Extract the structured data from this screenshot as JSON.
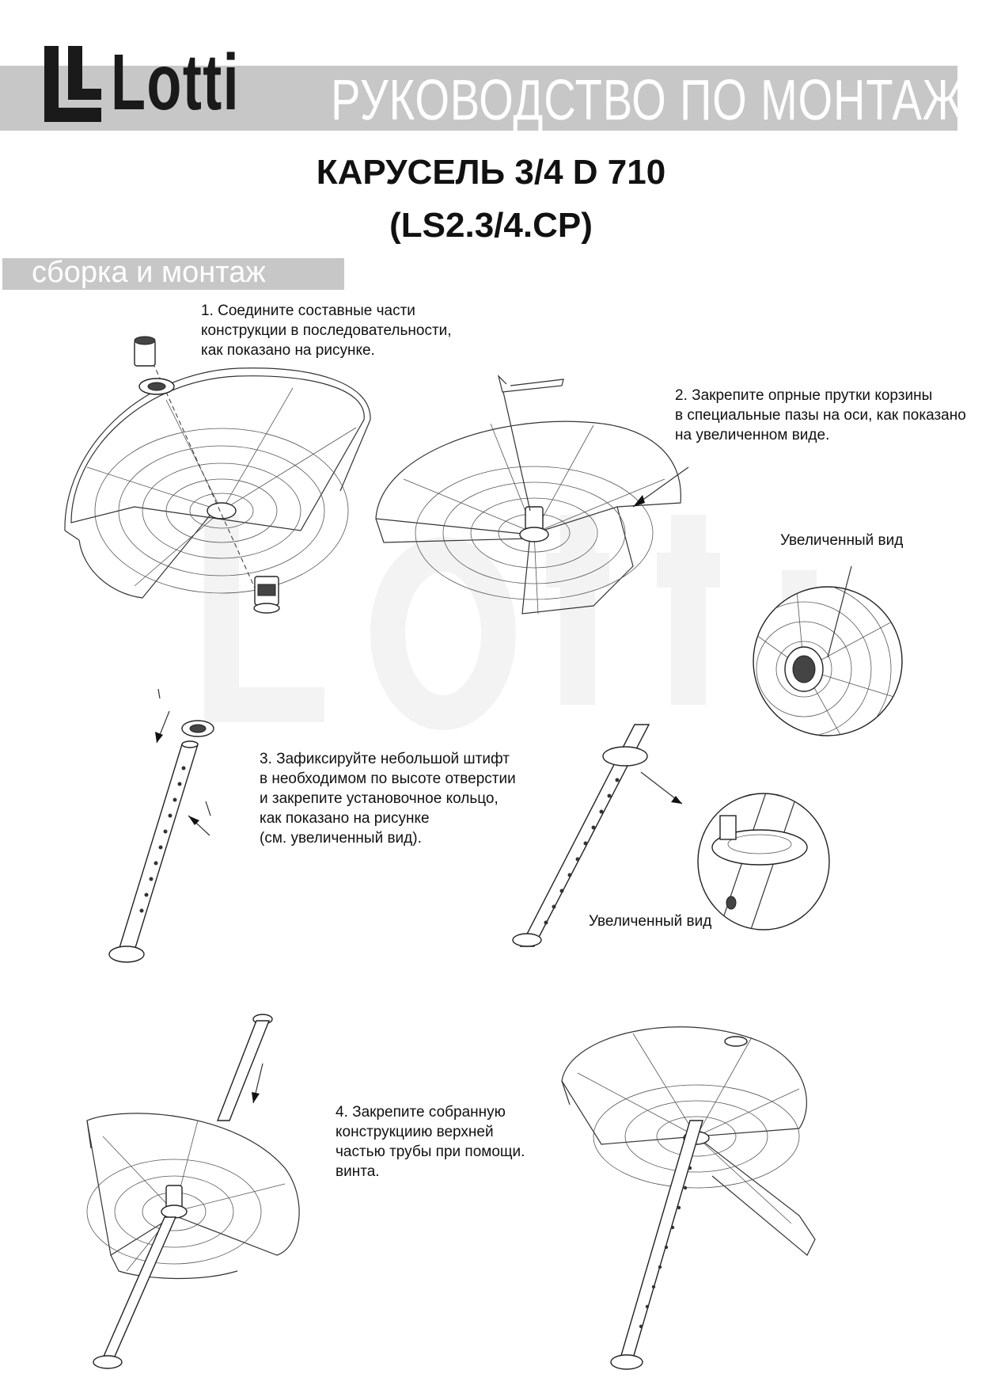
{
  "brand": {
    "logo_text": "Lotti"
  },
  "header": {
    "manual_title": "РУКОВОДСТВО ПО МОНТАЖУ",
    "product_line1": "КАРУСЕЛЬ 3/4 D 710",
    "product_line2": "(LS2.3/4.CP)"
  },
  "section": {
    "title": "сборка и монтаж"
  },
  "steps": [
    {
      "lines": [
        "1. Соедините составные части",
        "конструкции в последовательности,",
        "как показано на рисунке."
      ]
    },
    {
      "lines": [
        "2. Закрепите опрные прутки корзины",
        "в специальные пазы на оси, как показано",
        "на увеличенном виде."
      ]
    },
    {
      "lines": [
        "3. Зафиксируйте небольшой штифт",
        "в необходимом по высоте отверстии",
        "и закрепите установочное кольцо,",
        "как показано на рисунке",
        "(см. увеличенный вид)."
      ]
    },
    {
      "lines": [
        "4. Закрепите собранную",
        "конструкциию верхней",
        "частью трубы при помощи.",
        "винта."
      ]
    }
  ],
  "labels": {
    "zoom1": "Увеличенный вид",
    "zoom2": "Увеличенный вид"
  },
  "colors": {
    "band": "#c7c7c7",
    "text": "#111111"
  }
}
